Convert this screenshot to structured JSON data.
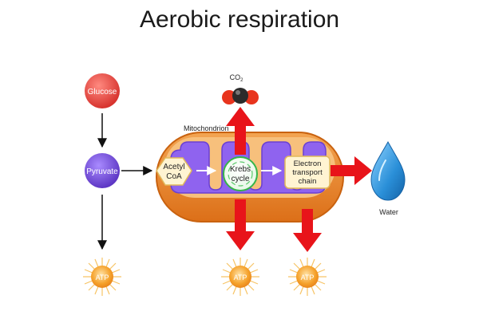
{
  "title": "Aerobic respiration",
  "labels": {
    "glucose": "Glucose",
    "pyruvate": "Pyruvate",
    "acetyl_line1": "Acetyl",
    "acetyl_line2": "CoA",
    "krebs_line1": "Krebs",
    "krebs_line2": "cycle",
    "etc_line1": "Electron",
    "etc_line2": "transport",
    "etc_line3": "chain",
    "mitochondrion": "Mitochondrion",
    "co2_main": "CO",
    "co2_sub": "2",
    "water": "Water",
    "atp_1": "ATP",
    "atp_2": "ATP",
    "atp_3": "ATP"
  },
  "colors": {
    "glucose": "#e8443f",
    "pyruvate": "#7b4fe0",
    "arrow_red": "#e8141a",
    "mito_outer": "#e6822a",
    "mito_inner": "#8f63ef",
    "atp": "#f4a42a",
    "water": "#2a8fd8"
  }
}
